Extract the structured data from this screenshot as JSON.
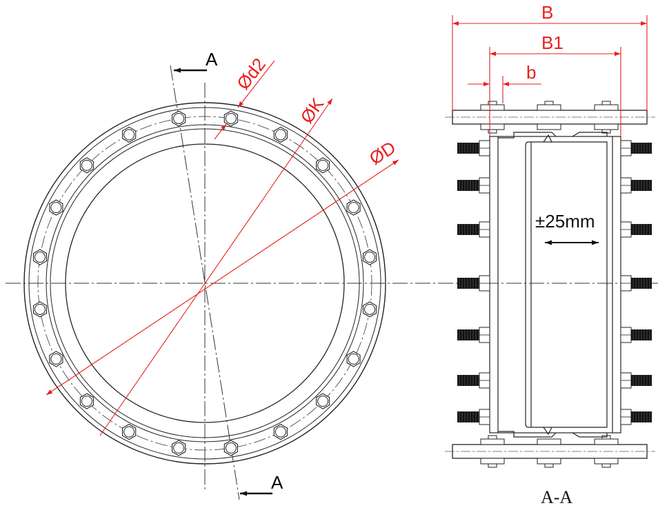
{
  "colors": {
    "line": "#222222",
    "dimension": "#e8201c",
    "bolt_fill": "#111111",
    "background": "#ffffff"
  },
  "front_view": {
    "section_marker_top": "A",
    "section_marker_bottom": "A",
    "bolt_count": 20,
    "dimensions": {
      "bolt_hole": "Ød2",
      "bolt_circle": "ØK",
      "outer": "ØD"
    }
  },
  "section_view": {
    "label": "A-A",
    "dimensions": {
      "overall_width": "B",
      "inner_width": "B1",
      "flange_width": "b"
    },
    "adjustment": "±25mm",
    "bolt_rows": 7
  }
}
